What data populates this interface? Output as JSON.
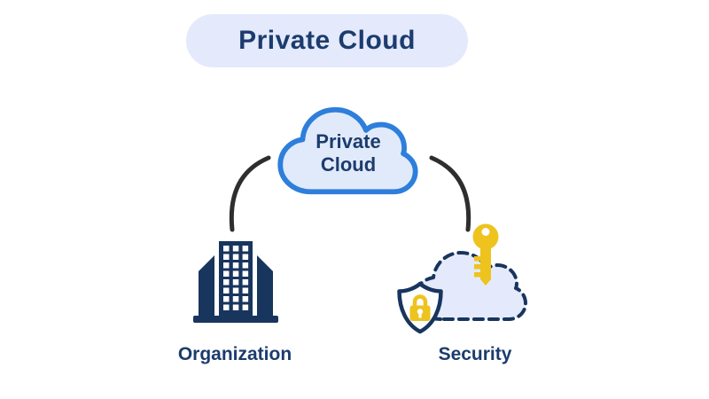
{
  "title": {
    "label": "Private Cloud"
  },
  "diagram": {
    "center_cloud": {
      "label": "Private Cloud",
      "icon": "cloud-icon"
    },
    "nodes": [
      {
        "id": "organization",
        "label": "Organization",
        "icon": "building-icon"
      },
      {
        "id": "security",
        "label": "Security",
        "icon": "secure-cloud-icon"
      }
    ],
    "connectors": [
      {
        "from": "private-cloud",
        "to": "organization",
        "shape": "arc-left"
      },
      {
        "from": "private-cloud",
        "to": "security",
        "shape": "arc-right"
      }
    ]
  },
  "colors": {
    "background": "#FFFFFF",
    "navy_text": "#1C3C6E",
    "navy_icon": "#18355E",
    "title_pill_bg": "#E4E9FB",
    "cloud_stroke": "#2E7EDC",
    "cloud_fill": "#E1EAFA",
    "dashed_cloud_fill": "#E4EAFB",
    "accent_yellow": "#EEC31E",
    "connector": "#2E2E2E"
  }
}
